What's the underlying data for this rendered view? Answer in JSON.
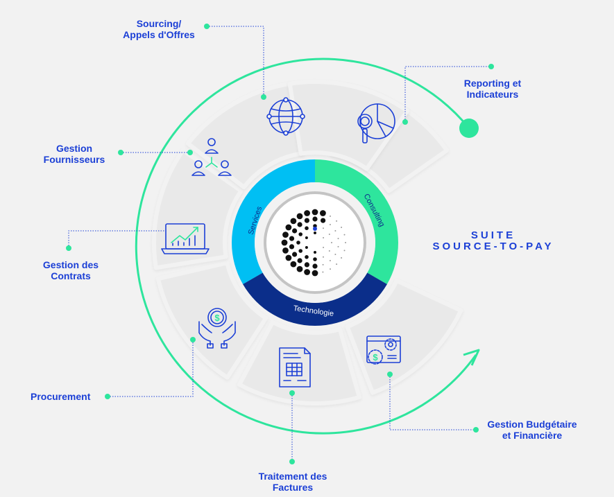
{
  "title": {
    "line1": "SUITE",
    "line2": "SOURCE-TO-PAY"
  },
  "ring": {
    "services": "Services",
    "consulting": "Consulting",
    "technologie": "Technologie"
  },
  "modules": {
    "sourcing": [
      "Sourcing/",
      "Appels d'Offres"
    ],
    "reporting": [
      "Reporting et",
      "Indicateurs"
    ],
    "fournisseurs": [
      "Gestion",
      "Fournisseurs"
    ],
    "contrats": [
      "Gestion des",
      "Contrats"
    ],
    "procurement": [
      "Procurement"
    ],
    "factures": [
      "Traitement des",
      "Factures"
    ],
    "budget": [
      "Gestion Budgétaire",
      "et Financière"
    ]
  },
  "colors": {
    "blue_text": "#1b3fd6",
    "green": "#2ee59d",
    "services_blue": "#00bff3",
    "navy": "#0b2e8a",
    "tile": "#e8e8e8",
    "background": "#f2f2f2"
  },
  "icons": {
    "sourcing": "globe-network-icon",
    "reporting": "magnifier-pie-chart-icon",
    "fournisseurs": "people-network-icon",
    "contrats": "laptop-chart-icon",
    "procurement": "hands-dollar-coin-icon",
    "factures": "invoice-document-icon",
    "budget": "dollar-gears-icon"
  }
}
